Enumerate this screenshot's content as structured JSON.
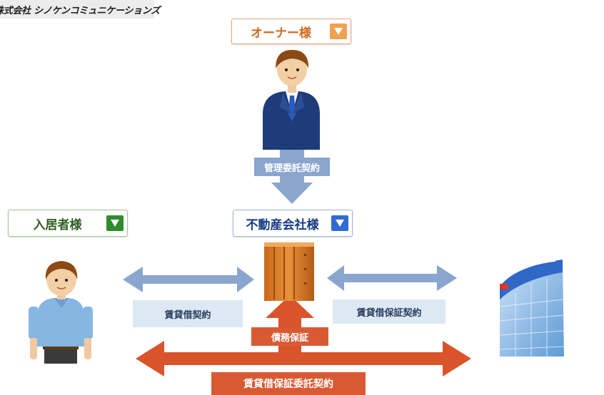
{
  "roles": {
    "owner": "オーナー様",
    "tenant": "入居者様",
    "agency": "不動産会社様",
    "company": "株式会社 シノケンコミュニケーションズ"
  },
  "contracts": {
    "management": "管理委託契約",
    "lease": "賃貸借契約",
    "lease_guarantee": "賃貸借保証契約",
    "debt_guarantee": "債務保証",
    "lease_guarantee_consignment": "賃貸借保証委託契約"
  },
  "colors": {
    "blue_arrow": "#8aa6cf",
    "red_arrow": "#d9532b",
    "owner_accent": "#f0a250",
    "tenant_accent": "#2e8b2e",
    "agency_accent": "#2f6bd3"
  },
  "icons": [
    "owner-person-icon",
    "tenant-person-icon",
    "agency-building-icon",
    "company-building-icon"
  ]
}
